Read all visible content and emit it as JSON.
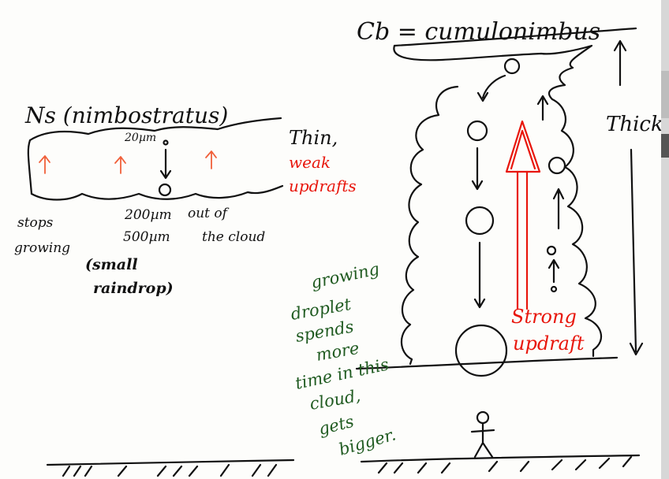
{
  "colors": {
    "ink": "#111111",
    "red": "#e8160c",
    "orange": "#f0603a",
    "green": "#1f5a20",
    "paper": "#fdfdfb"
  },
  "left": {
    "title": "Ns (nimbostratus)",
    "droplet_small_label": "20µm",
    "thin_label": "Thin,",
    "weak_label_line1": "weak",
    "weak_label_line2": "updrafts",
    "stops_line1": "stops",
    "stops_line2": "growing",
    "size_line1": "200µm",
    "size_line2": "500µm",
    "out_line1": "out of",
    "out_line2": "the cloud",
    "small_line1": "(small",
    "small_line2": "raindrop)"
  },
  "right": {
    "title": "Cb = cumulonimbus",
    "thick_label": "Thick",
    "strong_line1": "Strong",
    "strong_line2": "updraft",
    "green_lines": [
      "growing",
      "droplet",
      "spends",
      "more",
      "time in this",
      "cloud,",
      "gets",
      "bigger."
    ]
  }
}
